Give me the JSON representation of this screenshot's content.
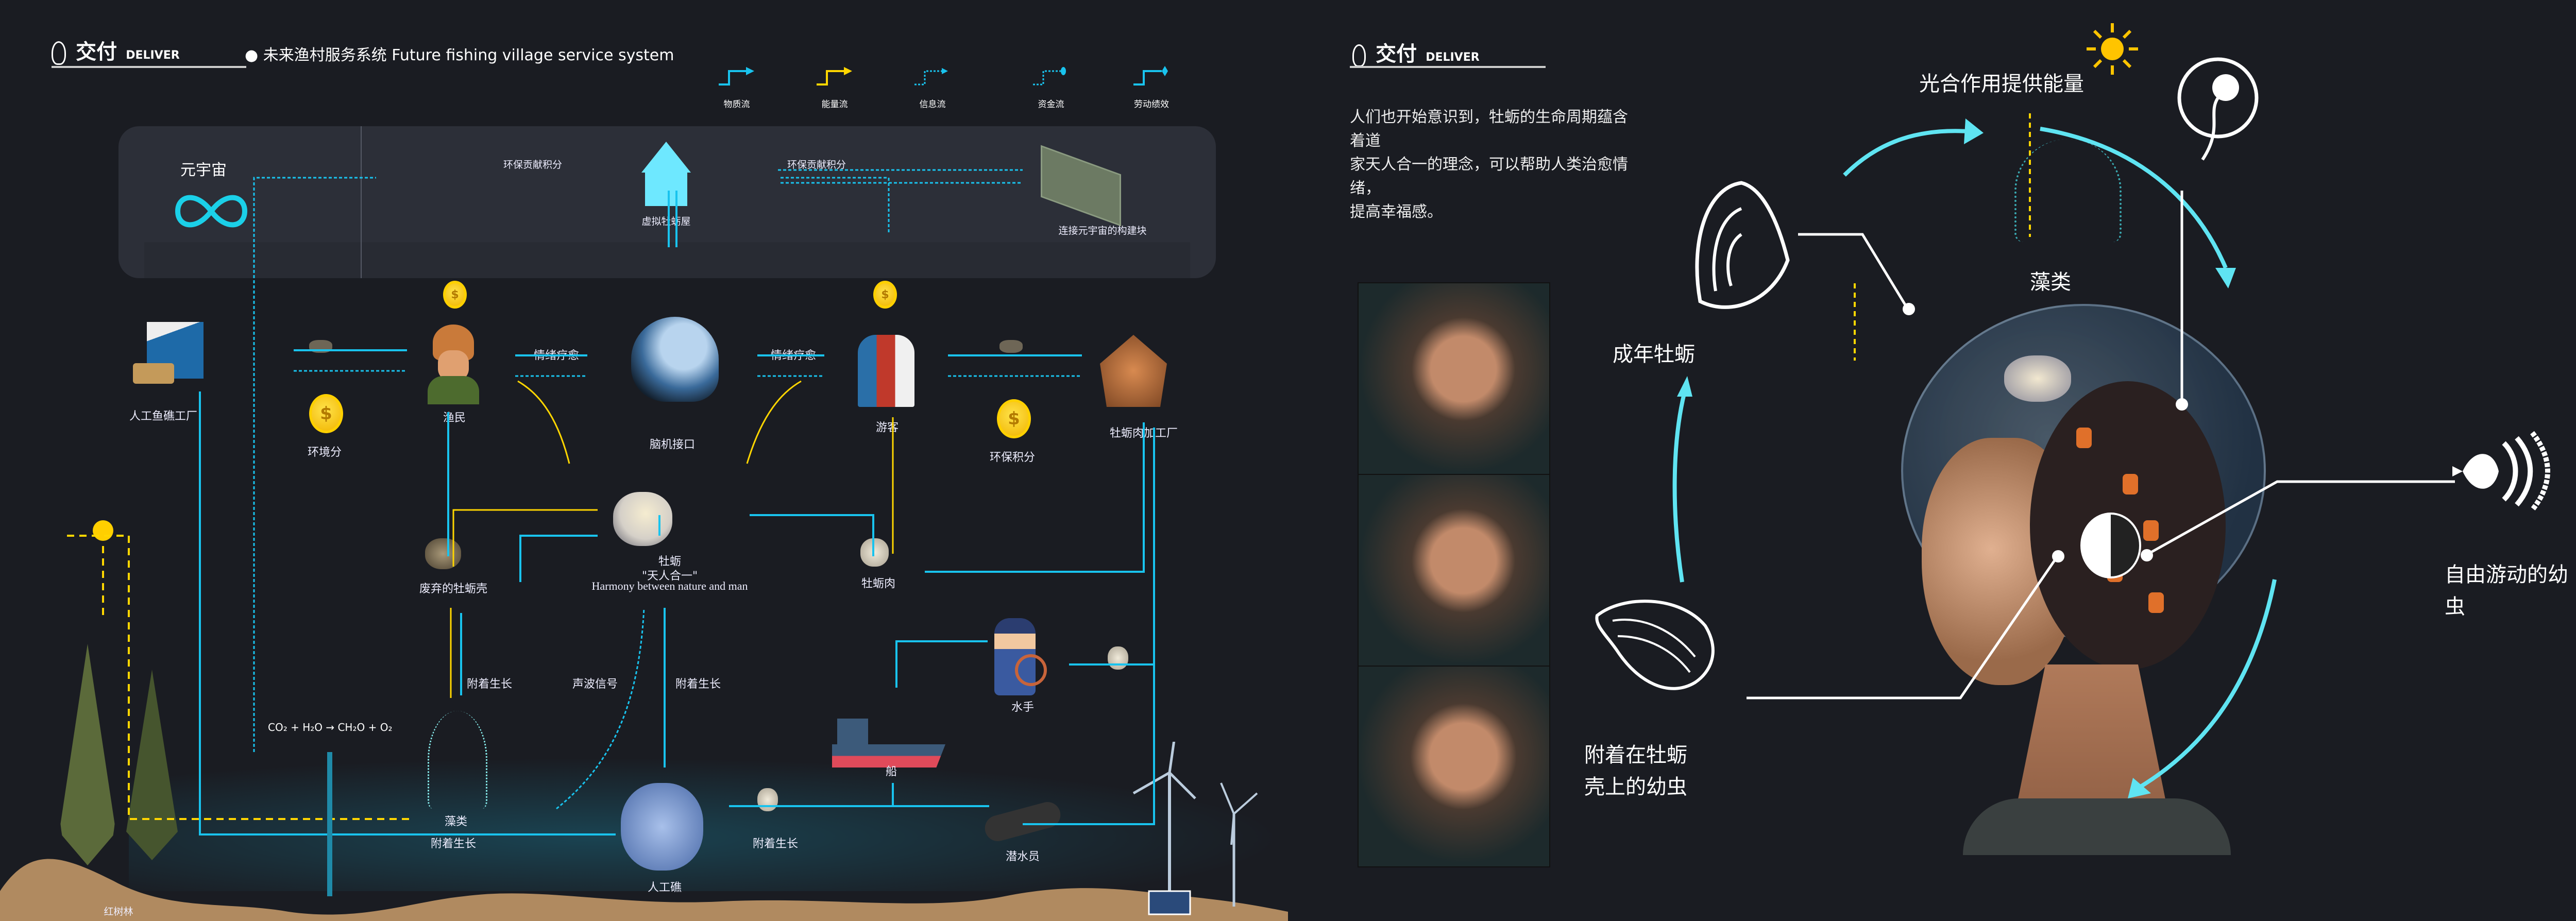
{
  "left_panel": {
    "header": {
      "zh": "交付",
      "en": "DELIVER"
    },
    "title": "● 未来渔村服务系统 Future fishing village service system",
    "legend": [
      "物质流",
      "能量流",
      "信息流",
      "资金流",
      "劳动绩效"
    ],
    "metaverse": {
      "label": "元宇宙",
      "house_label": "虚拟牡蛎屋",
      "block_label": "连接元宇宙的构建块",
      "left_points_label": "环保贡献积分",
      "right_points_label": "环保贡献积分"
    },
    "nodes": {
      "factory": "人工鱼礁工厂",
      "fisher": "渔民",
      "brain": "脑机接口",
      "tourist": "游客",
      "processing": "牡蛎肉加工厂",
      "env_score": "环境分",
      "eco_points": "环保积分",
      "healing_left": "情绪疗愈",
      "healing_right": "情绪疗愈",
      "oyster": "牡蛎",
      "motto_zh": "\"天人合一\"",
      "motto_en": "Harmony between nature and man",
      "waste_shell": "废弃的牡蛎壳",
      "oyster_meat": "牡蛎肉",
      "attach_growth_1": "附着生长",
      "sonar": "声波信号",
      "attach_growth_2": "附着生长",
      "formula": "CO₂ + H₂O → CH₂O + O₂",
      "algae": "藻类",
      "attach_growth_3": "附着生长",
      "reef": "人工礁",
      "attach_growth_4": "附着生长",
      "sailor": "水手",
      "ship": "船",
      "diver": "潜水员",
      "mangrove": "红树林"
    }
  },
  "right_panel": {
    "header": {
      "zh": "交付",
      "en": "DELIVER"
    },
    "paragraph": [
      "人们也开始意识到，牡蛎的生命周期蕴含着道",
      "家天人合一的理念，可以帮助人类治愈情绪，",
      "提高幸福感。"
    ],
    "photosynthesis": "光合作用提供能量",
    "algae": "藻类",
    "adult_oyster": "成年牡蛎",
    "free_larva": [
      "自由游动的幼",
      "虫"
    ],
    "attached_larva": [
      "附着在牡蛎",
      "壳上的幼虫"
    ]
  },
  "colors": {
    "cyan": "#19c3ee",
    "yellow": "#ffd600",
    "bg": "#1a1c22",
    "panel": "#2c2f38",
    "sand": "#b08a60"
  }
}
